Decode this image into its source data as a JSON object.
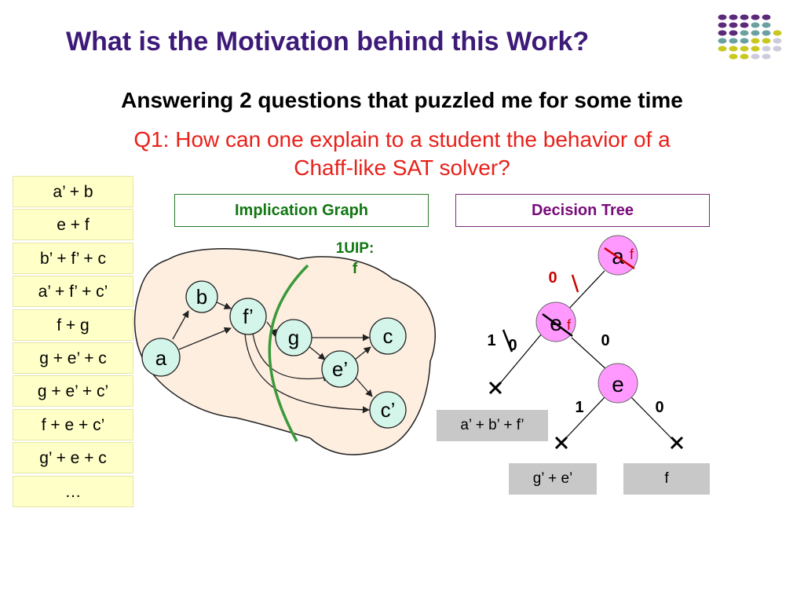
{
  "slide": {
    "title": "What is the Motivation behind this Work?",
    "subtitle": "Answering 2 questions that puzzled me for some time",
    "question_line1": "Q1: How can one explain to a student the behavior of a",
    "question_line2": "Chaff-like SAT solver?"
  },
  "clauses": [
    "a’ + b",
    "e + f",
    "b’ + f’ + c",
    "a’ + f’ + c’",
    "f + g",
    "g + e’ + c",
    "g + e’ + c’",
    "f + e + c’",
    "g’ + e + c",
    "…"
  ],
  "implication_graph": {
    "header": "Implication Graph",
    "uip_label_line1": "1UIP:",
    "uip_label_line2": "f",
    "nodes": {
      "a": "a",
      "b": "b",
      "f_prime": "f’",
      "g": "g",
      "c": "c",
      "e_prime": "e’",
      "c_prime": "c’"
    }
  },
  "decision_tree": {
    "header": "Decision Tree",
    "root_label": "a",
    "root_mark": "f",
    "root_edge_label": "0",
    "mid_label": "e",
    "mid_mark": "f",
    "mid_left_label": "1",
    "mid_left_crossed": "0",
    "mid_right_label": "0",
    "bottom_label": "e",
    "bottom_left_label": "1",
    "bottom_right_label": "0",
    "learned_clause_1": "a’ + b’ + f’",
    "learned_clause_2": "g’ + e’",
    "learned_clause_3": "f"
  },
  "colors": {
    "title": "#3d1a78",
    "question": "#e8211a",
    "clause_bg": "#ffffc8",
    "node_fill": "#d4f5e9",
    "tree_node_fill": "#ff99ff",
    "cut_line": "#3a9a3a",
    "gray_box": "#c8c8c8"
  }
}
